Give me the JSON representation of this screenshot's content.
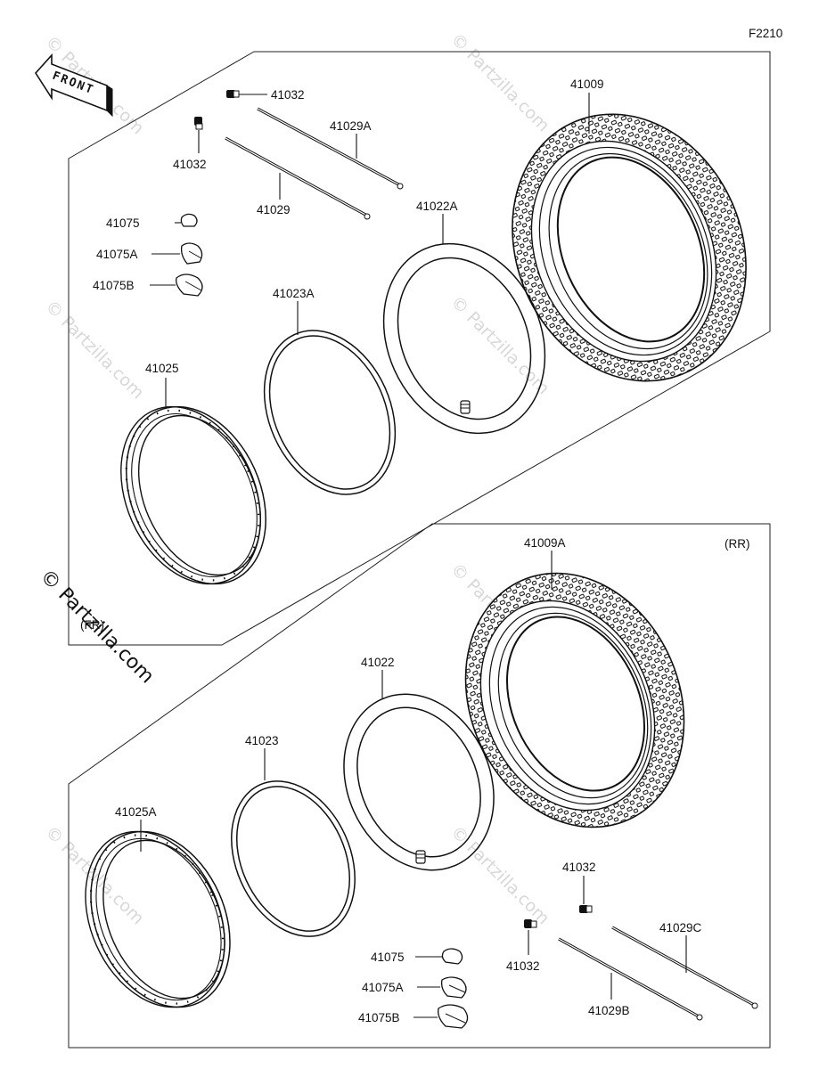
{
  "figure_code": "F2210",
  "front_label": "FRONT",
  "sections": {
    "front_tag": "(FR)",
    "rear_tag": "(RR)"
  },
  "front_parts": {
    "tire": "41009",
    "tube": "41022A",
    "rim_band": "41023A",
    "rim": "41025",
    "spoke_a": "41029A",
    "spoke": "41029",
    "nipple_top": "41032",
    "nipple_left": "41032",
    "cap": "41075",
    "cap_a": "41075A",
    "cap_b": "41075B"
  },
  "rear_parts": {
    "tire": "41009A",
    "tube": "41022",
    "rim_band": "41023",
    "rim": "41025A",
    "nipple_top": "41032",
    "nipple_bottom": "41032",
    "spoke_c": "41029C",
    "spoke_b": "41029B",
    "cap": "41075",
    "cap_a": "41075A",
    "cap_b": "41075B"
  },
  "watermark": {
    "text": "© Partzilla.com"
  }
}
